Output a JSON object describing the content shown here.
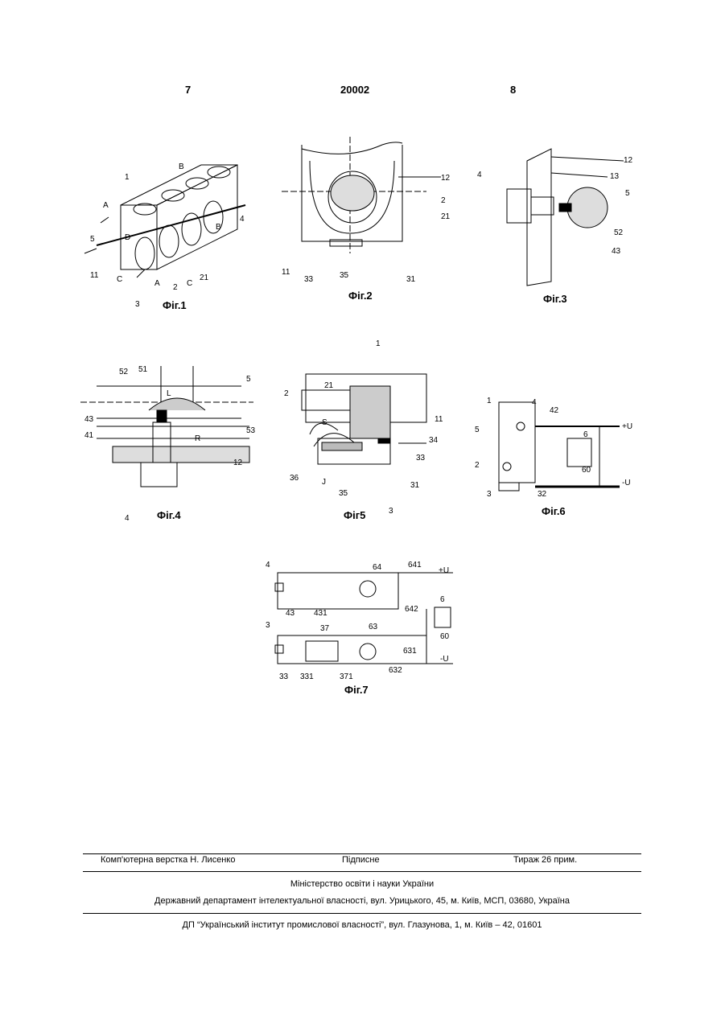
{
  "header": {
    "left_page": "7",
    "patent_number": "20002",
    "right_page": "8"
  },
  "figures": {
    "fig1": {
      "caption": "Фіг.1",
      "labels": [
        "1",
        "B",
        "A",
        "4",
        "5",
        "D",
        "B",
        "11",
        "C",
        "A",
        "C",
        "2",
        "21",
        "3"
      ]
    },
    "fig2": {
      "caption": "Фіг.2",
      "labels": [
        "12",
        "2",
        "21",
        "11",
        "33",
        "35",
        "31"
      ]
    },
    "fig3": {
      "caption": "Фіг.3",
      "labels": [
        "12",
        "4",
        "13",
        "5",
        "52",
        "43"
      ]
    },
    "fig4": {
      "caption": "Фіг.4",
      "labels": [
        "52",
        "51",
        "L",
        "5",
        "43",
        "41",
        "R",
        "53",
        "12",
        "4"
      ]
    },
    "fig5": {
      "caption": "Фіг5",
      "labels": [
        "1",
        "21",
        "2",
        "11",
        "S",
        "34",
        "33",
        "36",
        "J",
        "35",
        "31",
        "3"
      ]
    },
    "fig6": {
      "caption": "Фіг.6",
      "labels": [
        "1",
        "4",
        "42",
        "+U",
        "5",
        "6",
        "60",
        "2",
        "-U",
        "3",
        "32"
      ]
    },
    "fig7": {
      "caption": "Фіг.7",
      "labels": [
        "4",
        "64",
        "641",
        "+U",
        "43",
        "431",
        "642",
        "6",
        "3",
        "37",
        "63",
        "60",
        "631",
        "-U",
        "33",
        "331",
        "371",
        "632"
      ]
    }
  },
  "footer": {
    "layout_credit": "Комп'ютерна верстка Н. Лисенко",
    "subscription": "Підписне",
    "circulation": "Тираж 26 прим.",
    "ministry": "Міністерство освіти і науки України",
    "department": "Державний департамент інтелектуальної власності, вул. Урицького, 45, м. Київ, МСП, 03680, Україна",
    "institute": "ДП “Український інститут промислової власності”, вул. Глазунова, 1, м. Київ – 42, 01601"
  }
}
